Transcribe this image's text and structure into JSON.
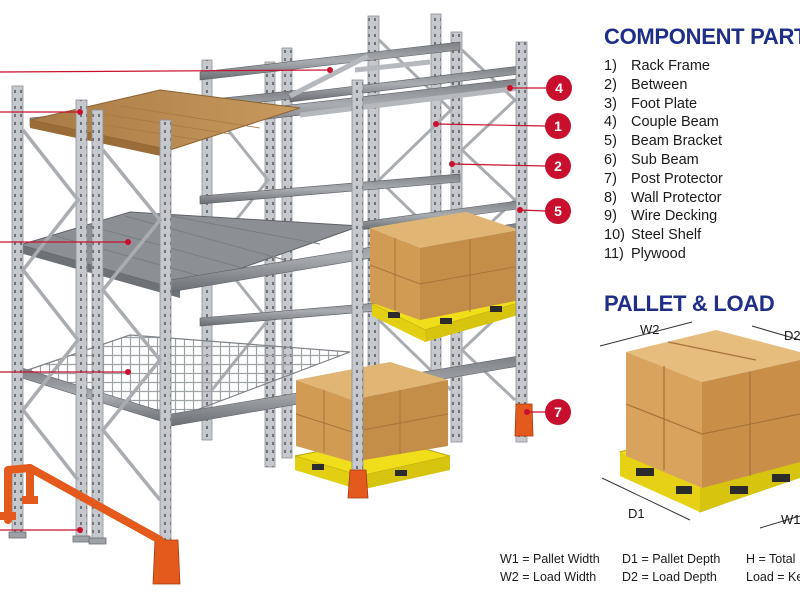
{
  "component_parts": {
    "title": "COMPONENT PARTS",
    "items": [
      {
        "num": "1)",
        "label": "Rack Frame"
      },
      {
        "num": "2)",
        "label": "Between"
      },
      {
        "num": "3)",
        "label": "Foot Plate"
      },
      {
        "num": "4)",
        "label": "Couple Beam"
      },
      {
        "num": "5)",
        "label": "Beam Bracket"
      },
      {
        "num": "6)",
        "label": "Sub Beam"
      },
      {
        "num": "7)",
        "label": "Post Protector"
      },
      {
        "num": "8)",
        "label": "Wall Protector"
      },
      {
        "num": "9)",
        "label": "Wire Decking"
      },
      {
        "num": "10)",
        "label": "Steel Shelf"
      },
      {
        "num": "11)",
        "label": "Plywood"
      }
    ]
  },
  "callouts": [
    "4",
    "1",
    "2",
    "5",
    "7"
  ],
  "pallet_load": {
    "title": "PALLET & LOAD",
    "dimension_labels": {
      "w2": "W2",
      "d2": "D2",
      "d1": "D1",
      "w1": "W1"
    }
  },
  "legend": {
    "row1": [
      "W1 = Pallet Width",
      "D1 = Pallet Depth",
      "H = Total"
    ],
    "row2": [
      "W2 = Load Width",
      "D2 = Load Depth",
      "Load = Ke"
    ]
  },
  "colors": {
    "heading": "#1f2f87",
    "callout_red": "#c8102e",
    "upright_grey": "#c3c6ca",
    "pallet_yellow": "#f2e11a",
    "box_brown": "#d9a55c",
    "protector_orange": "#e45a1c",
    "plywood": "#b98b52"
  }
}
